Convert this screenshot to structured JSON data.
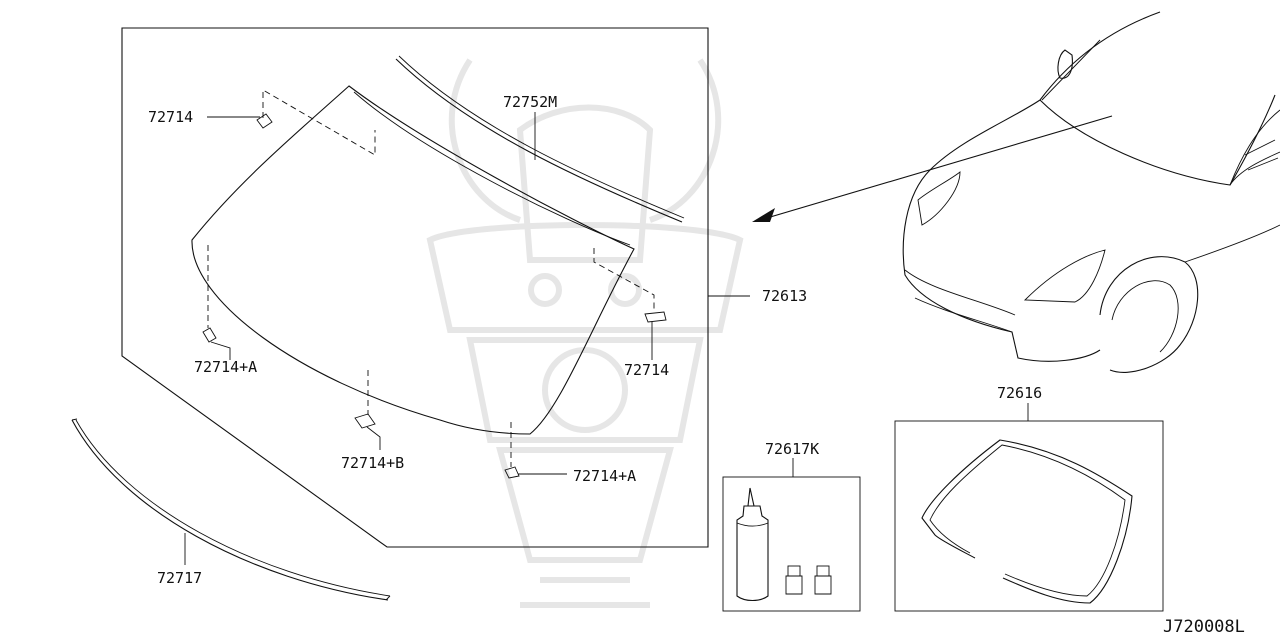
{
  "colors": {
    "line": "#111111",
    "watermark": "#e6e6e6",
    "background": "#ffffff"
  },
  "labels": {
    "bracket_upper_left": "72714",
    "upper_molding": "72752M",
    "windshield_glass": "72613",
    "bracket_right": "72714",
    "bracket_lower_left": "72714+A",
    "bracket_bottom_center": "72714+B",
    "bracket_bottom_right": "72714+A",
    "lower_molding": "72717",
    "sealant_kit": "72617K",
    "weatherstrip": "72616"
  },
  "diagram_code": "J720008L"
}
